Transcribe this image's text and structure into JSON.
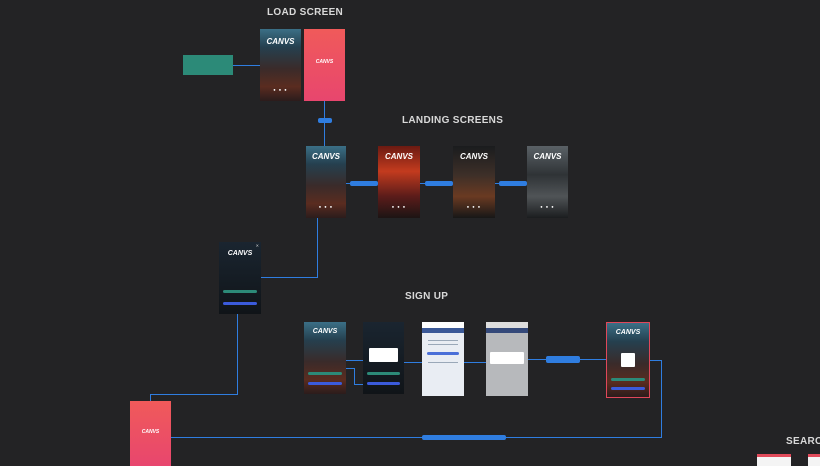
{
  "headings": {
    "load_screen": "LOAD SCREEN",
    "landing_screens": "LANDING SCREENS",
    "sign_up": "SIGN UP",
    "search": "SEARCH"
  },
  "logo_text": "CANVS",
  "connector_color": "#2f7de0",
  "note_color": "#2c8a78",
  "accent_pink": "#e8466e"
}
